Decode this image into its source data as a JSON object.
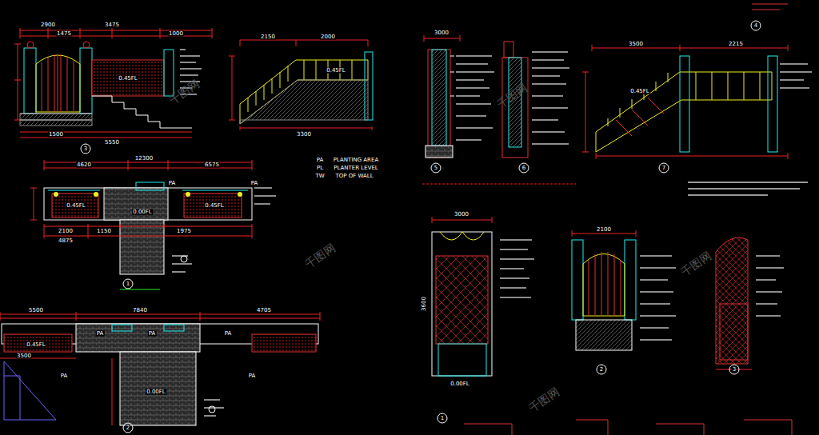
{
  "diagram": {
    "labels": [
      "2900",
      "3475",
      "1475",
      "1000",
      "1500",
      "5550",
      "0.45FL",
      "3",
      "2150",
      "2000",
      "3300",
      "0.45FL",
      "12300",
      "4620",
      "2100",
      "1150",
      "4875",
      "1975",
      "6575",
      "0.45FL",
      "0.00FL",
      "0.45FL",
      "PA",
      "PA",
      "PA",
      "PLANTING AREA",
      "PL",
      "PLANTER LEVEL",
      "TW",
      "TOP OF WALL",
      "1",
      "5500",
      "7840",
      "4705",
      "PA",
      "PA",
      "PA",
      "0.45FL",
      "0.00FL",
      "3500",
      "PA",
      "PA",
      "2",
      "3000",
      "5",
      "6",
      "3500",
      "2215",
      "7",
      "0.45FL",
      "3600",
      "0.00FL",
      "2100",
      "3000",
      "1",
      "2",
      "3",
      "千图网",
      "千图网",
      "千图网",
      "千图网",
      "千图网",
      "4"
    ]
  }
}
